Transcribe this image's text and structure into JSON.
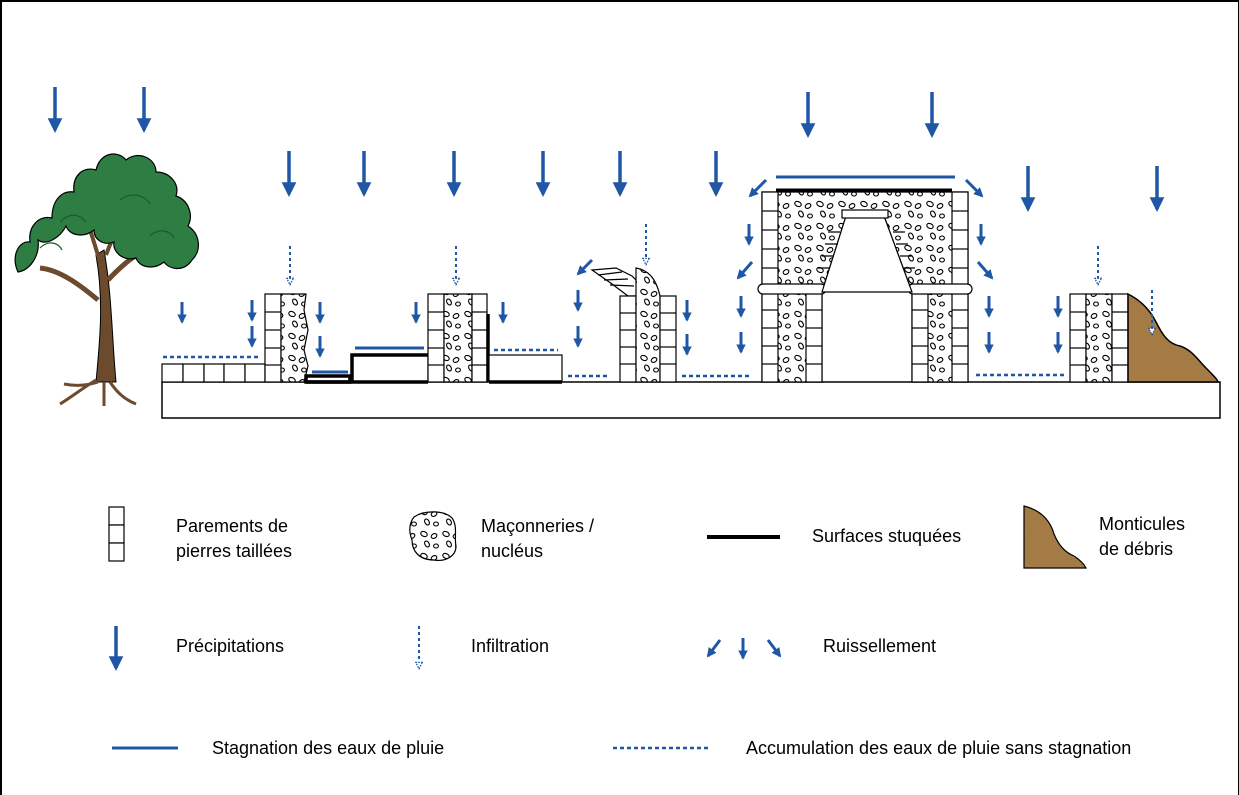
{
  "colors": {
    "blue": "#1F57A6",
    "tree": "#2E7D42",
    "trunk": "#6B4A2E",
    "debris": "#A47A45",
    "stroke": "#000000"
  },
  "legend": {
    "parements": [
      "Parements de",
      "pierres taillées"
    ],
    "maconneries": [
      "Maçonneries /",
      "nucléus"
    ],
    "surfaces": "Surfaces stuquées",
    "monticules": [
      "Monticules",
      "de débris"
    ],
    "precipitations": "Précipitations",
    "infiltration": "Infiltration",
    "ruissellement": "Ruissellement",
    "stagnation": "Stagnation des eaux de pluie",
    "accumulation": "Accumulation des eaux de pluie sans stagnation"
  },
  "icons": [
    "precipitation-arrow-icon",
    "infiltration-arrow-icon",
    "runoff-arrow-icon",
    "cut-stone-icon",
    "rubble-core-icon",
    "debris-mound-icon",
    "tree-icon"
  ]
}
